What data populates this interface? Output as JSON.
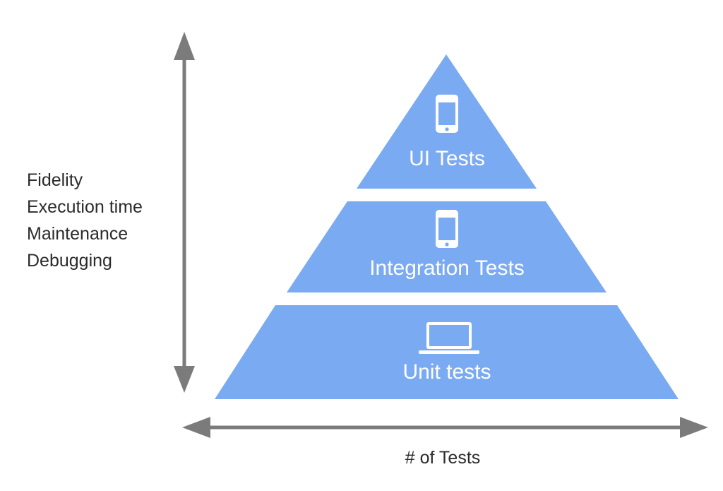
{
  "left_labels": [
    "Fidelity",
    "Execution time",
    "Maintenance",
    "Debugging"
  ],
  "x_axis_label": "# of Tests",
  "tiers": [
    {
      "label": "UI Tests",
      "icon": "smartphone-icon"
    },
    {
      "label": "Integration Tests",
      "icon": "smartphone-icon"
    },
    {
      "label": "Unit tests",
      "icon": "laptop-icon"
    }
  ],
  "colors": {
    "tier_fill": "#7aaaf2",
    "arrow": "#7b7b7b",
    "text": "#2b2b2b",
    "icon": "#ffffff"
  }
}
